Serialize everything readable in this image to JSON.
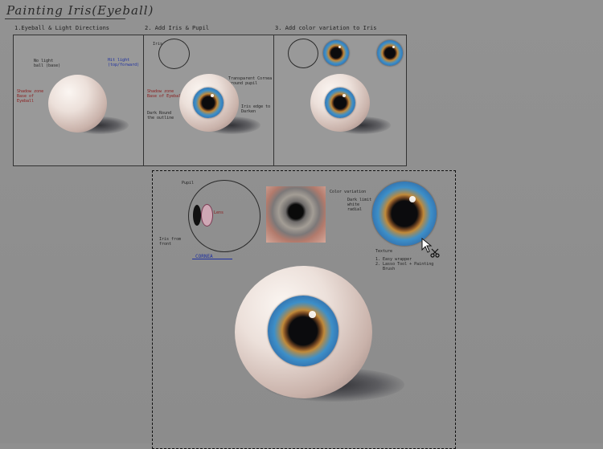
{
  "title": "Painting Iris(Eyeball)",
  "panels": [
    {
      "label": "1.Eyeball & Light Directions",
      "notes": {
        "top_a": "No light\nball (base)",
        "top_b": "Hit light\n(top/forward)",
        "left_red": "Shadow zone\nBase of\nEyeball"
      }
    },
    {
      "label": "2. Add Iris & Pupil",
      "notes": {
        "diagram_a": "Iris",
        "right_a": "Transparent Cornea\naround pupil",
        "right_b": "Iris edge to\nDarken",
        "left_red": "Shadow zone\nBase of Eyeball",
        "left_dark": "Dark Round\nthe outline"
      }
    },
    {
      "label": "3. Add color variation to Iris",
      "notes": {}
    }
  ],
  "detail": {
    "notes": {
      "pupil": "Pupil",
      "lens": "Lens",
      "cornea_label": "CORNEA",
      "left_note": "Iris from\nfront",
      "color_variation": "Color variation",
      "dark_limit": "Dark limit\nwhite\nradial",
      "texture_title": "Texture",
      "texture_list": "1. Easy wrapper\n2. Lasso Tool + Painting\n   Brush"
    }
  },
  "colors": {
    "background": "#8f8f8f",
    "ink": "#222222",
    "red_note": "#8a1a1a",
    "blue_note": "#1d2fa0"
  },
  "icons": {
    "cursor": "cursor-arrow-icon",
    "scissors": "scissors-icon"
  }
}
